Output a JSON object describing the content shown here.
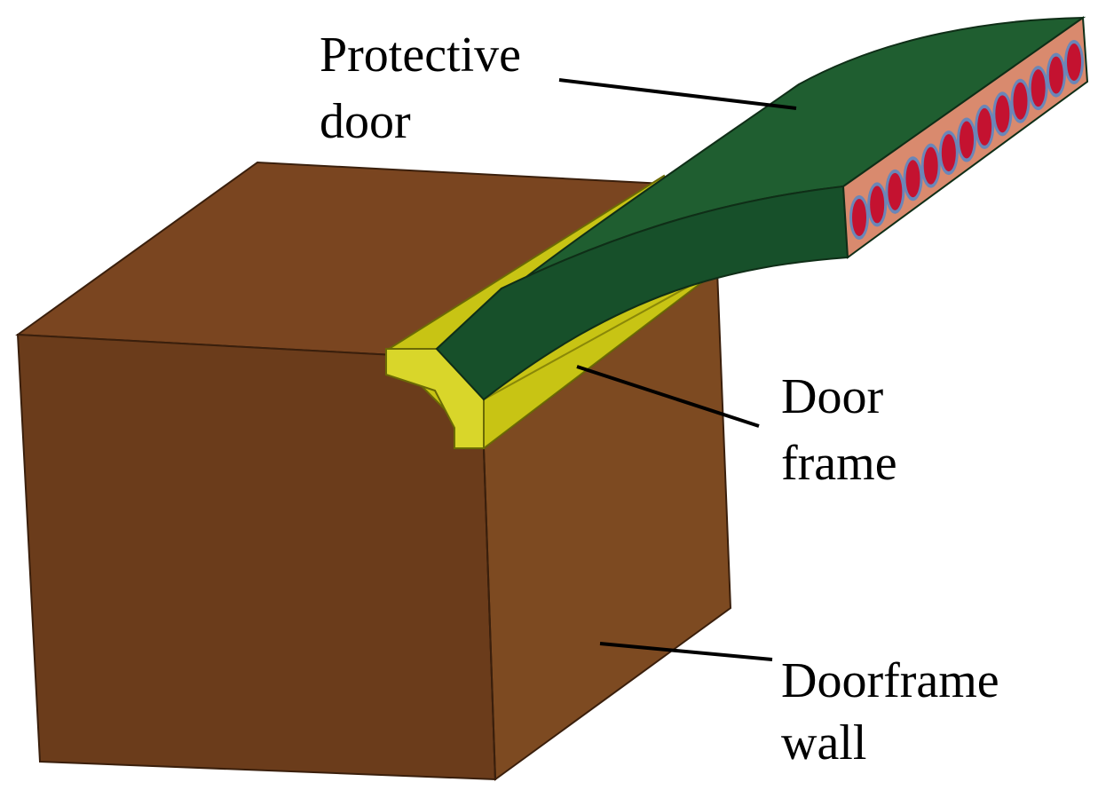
{
  "labels": {
    "protective_door": [
      "Protective",
      "door"
    ],
    "door_frame": [
      "Door",
      "frame"
    ],
    "doorframe_wall": [
      "Doorframe",
      "wall"
    ]
  },
  "colors": {
    "wall_front": "#6b3c1b",
    "wall_side": "#7d4a21",
    "wall_top": "#7a4520",
    "frame": "#c8c414",
    "frame_light": "#d9d62a",
    "door": "#1f5e30",
    "door_dark": "#17502a",
    "door_core": "#c41230",
    "door_core_fill": "#d98a6e",
    "leader": "#000000"
  }
}
